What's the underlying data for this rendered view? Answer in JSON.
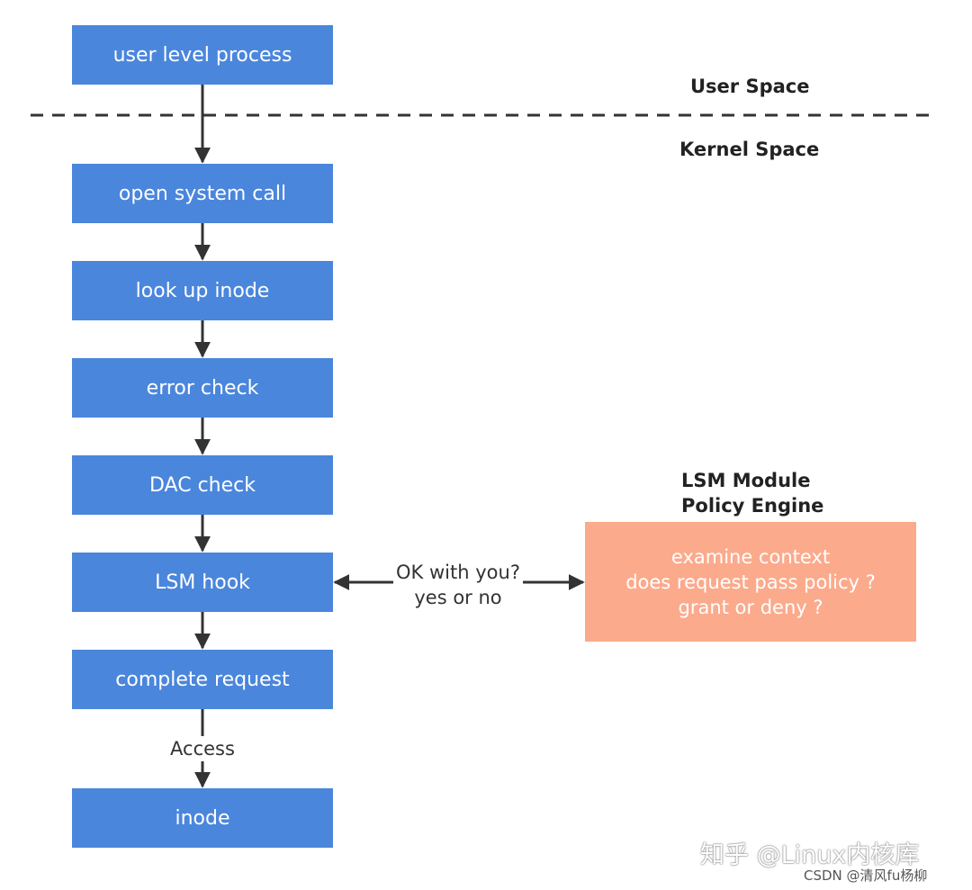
{
  "regions": {
    "user_space": "User Space",
    "kernel_space": "Kernel Space"
  },
  "steps": [
    "user level process",
    "open system call",
    "look up inode",
    "error check",
    "DAC check",
    "LSM hook",
    "complete request",
    "inode"
  ],
  "policy_engine": {
    "title_line1": "LSM Module",
    "title_line2": "Policy Engine",
    "lines": [
      "examine context",
      "does request pass policy ?",
      "grant or deny ?"
    ]
  },
  "edge_labels": {
    "query_line1": "OK with you?",
    "query_line2": "yes or no",
    "access": "Access"
  },
  "watermarks": {
    "zhihu": "知乎 @Linux内核库",
    "csdn": "CSDN @清风fu杨柳"
  },
  "colors": {
    "step_fill": "#4a86dc",
    "engine_fill": "#fcaa8c",
    "arrow": "#333333"
  }
}
